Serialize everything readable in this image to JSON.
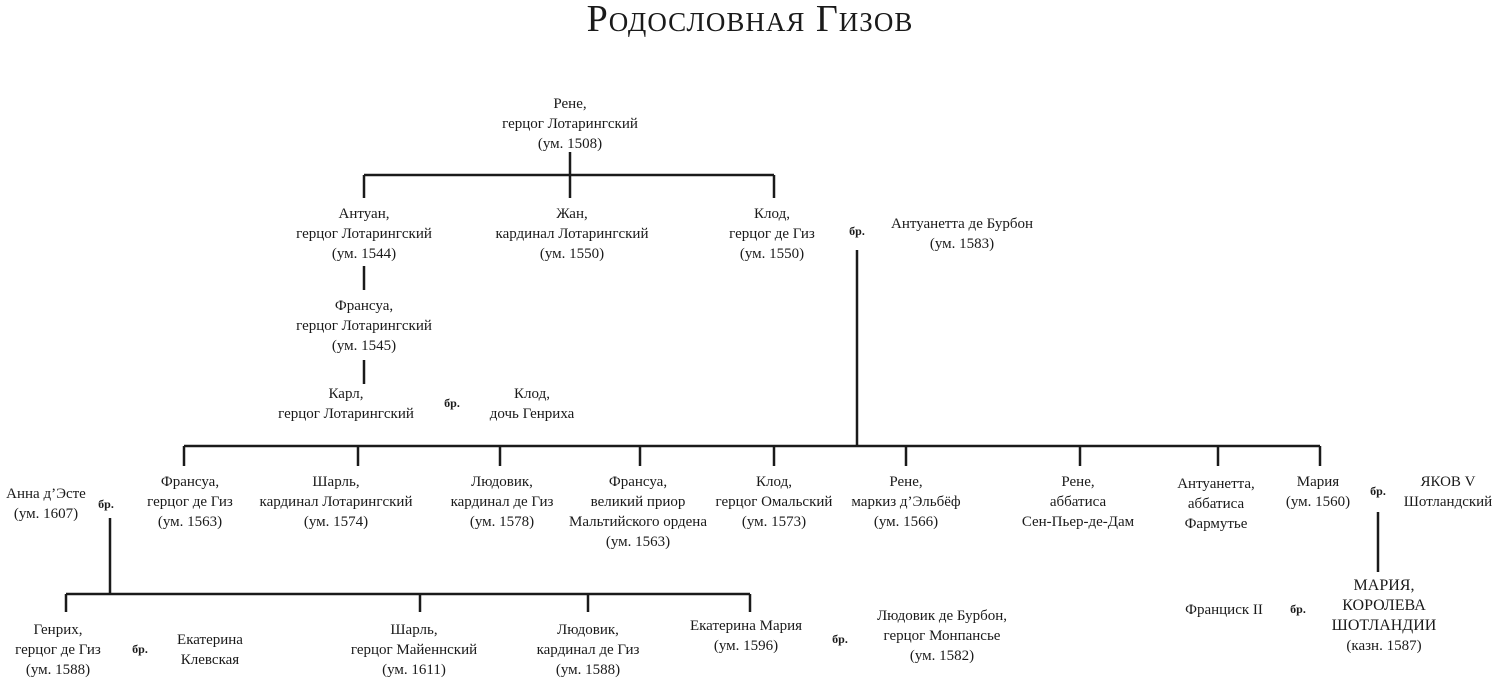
{
  "title": "Родословная Гизов",
  "marriage_label": "бр.",
  "people": {
    "rene_lorraine": [
      "Рене,",
      "герцог Лотарингский",
      "(ум. 1508)"
    ],
    "antoine": [
      "Антуан,",
      "герцог Лотарингский",
      "(ум. 1544)"
    ],
    "jean": [
      "Жан,",
      "кардинал Лотарингский",
      "(ум. 1550)"
    ],
    "claude_guise": [
      "Клод,",
      "герцог де Гиз",
      "(ум. 1550)"
    ],
    "antoinette_bourbon": [
      "Антуанетта де Бурбон",
      "(ум. 1583)"
    ],
    "francois_lorraine": [
      "Франсуа,",
      "герцог Лотарингский",
      "(ум. 1545)"
    ],
    "charles_lorraine": [
      "Карл,",
      "герцог Лотарингский"
    ],
    "claude_daughter": [
      "Клод,",
      "дочь Генриха"
    ],
    "anna_este": [
      "Анна д’Эсте",
      "(ум. 1607)"
    ],
    "francois_guise": [
      "Франсуа,",
      "герцог де Гиз",
      "(ум. 1563)"
    ],
    "charles_cardinal": [
      "Шарль,",
      "кардинал Лотарингский",
      "(ум. 1574)"
    ],
    "louis_cardinal": [
      "Людовик,",
      "кардинал де Гиз",
      "(ум. 1578)"
    ],
    "francois_prior": [
      "Франсуа,",
      "великий приор",
      "Мальтийского ордена",
      "(ум. 1563)"
    ],
    "claude_aumale": [
      "Клод,",
      "герцог Омальский",
      "(ум. 1573)"
    ],
    "rene_elbeuf": [
      "Рене,",
      "маркиз д’Эльбёф",
      "(ум. 1566)"
    ],
    "renee_abbess": [
      "Рене,",
      "аббатиса",
      "Сен-Пьер-де-Дам"
    ],
    "antoinette_abbess": [
      "Антуанетта,",
      "аббатиса",
      "Фармутье"
    ],
    "marie_guise": [
      "Мария",
      "(ум. 1560)"
    ],
    "james_v": [
      "ЯКОВ V",
      "Шотландский"
    ],
    "henri_guise": [
      "Генрих,",
      "герцог де Гиз",
      "(ум. 1588)"
    ],
    "catherine_cleves": [
      "Екатерина",
      "Клевская"
    ],
    "charles_mayenne": [
      "Шарль,",
      "герцог Майеннский",
      "(ум. 1611)"
    ],
    "louis_cardinal_2": [
      "Людовик,",
      "кардинал де Гиз",
      "(ум. 1588)"
    ],
    "catherine_marie": [
      "Екатерина Мария",
      "(ум. 1596)"
    ],
    "louis_montpensier": [
      "Людовик де Бурбон,",
      "герцог Монпансье",
      "(ум. 1582)"
    ],
    "francis_ii": [
      "Франциск II"
    ],
    "mary_scots": [
      "МАРИЯ,",
      "КОРОЛЕВА",
      "ШОТЛАНДИИ",
      "(казн. 1587)"
    ]
  }
}
